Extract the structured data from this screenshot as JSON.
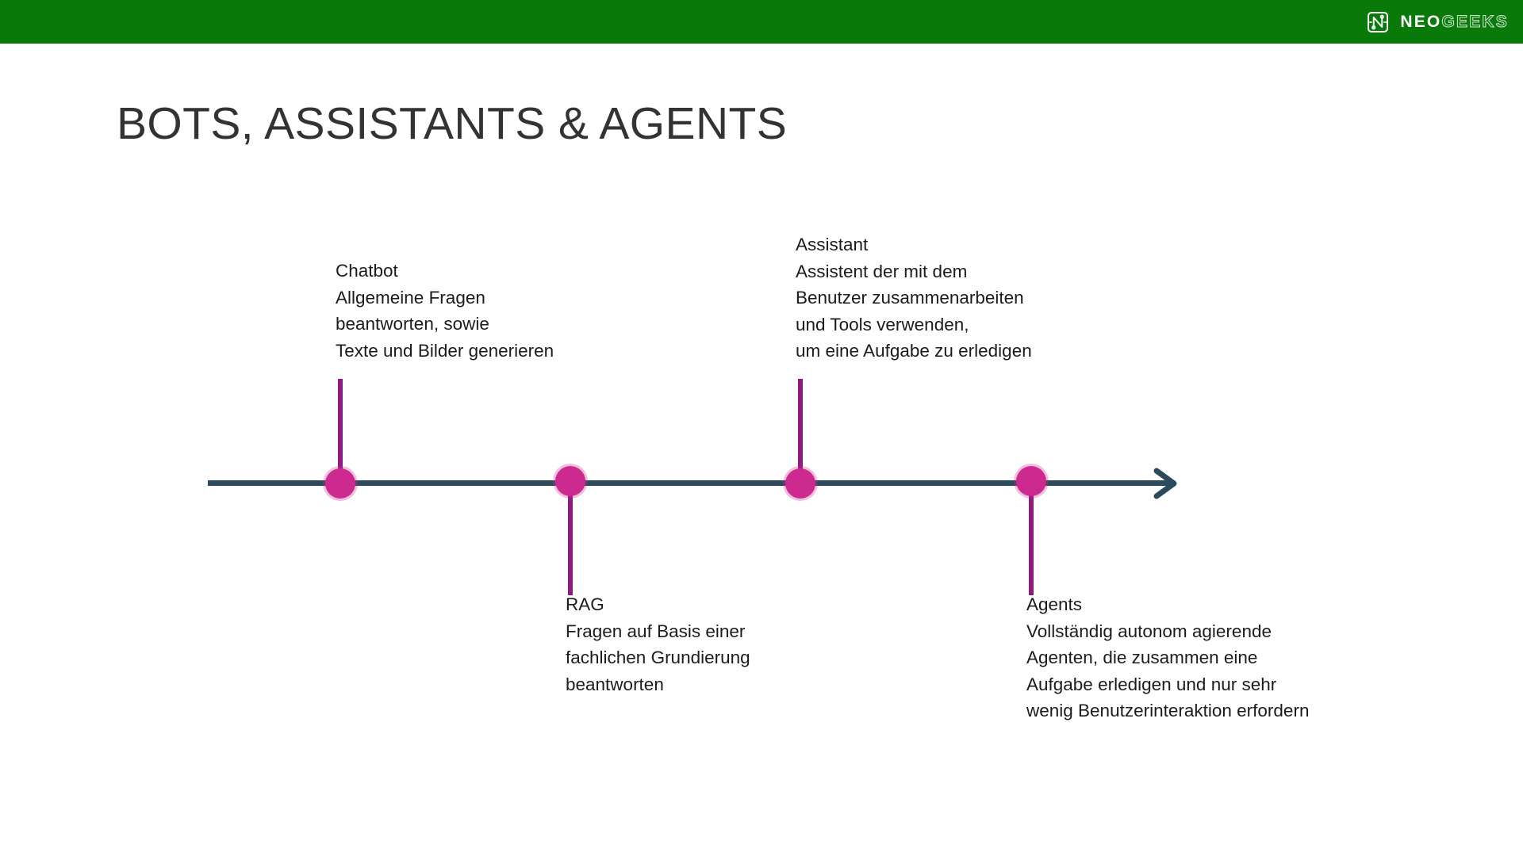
{
  "brand": {
    "mark_icon": "neogeeks-n-logo-icon",
    "name_primary": "NEO",
    "name_secondary": "GEEKS",
    "bar_color": "#097a0a"
  },
  "slide": {
    "title": "BOTS, ASSISTANTS & AGENTS",
    "title_color": "#333333",
    "background_color": "#ffffff"
  },
  "timeline": {
    "axis_color": "#2c4a5e",
    "marker_color": "#cc2a8f",
    "stem_color": "#8e1b82",
    "arrow_icon": "arrow-right-icon",
    "direction": "left-to-right",
    "nodes": [
      {
        "id": "chatbot",
        "title": "Chatbot",
        "label_position": "above",
        "lines": [
          "Allgemeine Fragen",
          "beantworten, sowie",
          "Texte und Bilder generieren"
        ]
      },
      {
        "id": "rag",
        "title": "RAG",
        "label_position": "below",
        "lines": [
          "Fragen auf Basis einer",
          "fachlichen Grundierung",
          "beantworten"
        ]
      },
      {
        "id": "assistant",
        "title": "Assistant",
        "label_position": "above",
        "lines": [
          "Assistent der mit dem",
          "Benutzer zusammenarbeiten",
          "und Tools verwenden,",
          "um eine Aufgabe zu erledigen"
        ]
      },
      {
        "id": "agents",
        "title": "Agents",
        "label_position": "below",
        "lines": [
          "Vollständig autonom agierende",
          "Agenten, die zusammen eine",
          "Aufgabe erledigen und nur sehr",
          "wenig Benutzerinteraktion erfordern"
        ]
      }
    ]
  }
}
